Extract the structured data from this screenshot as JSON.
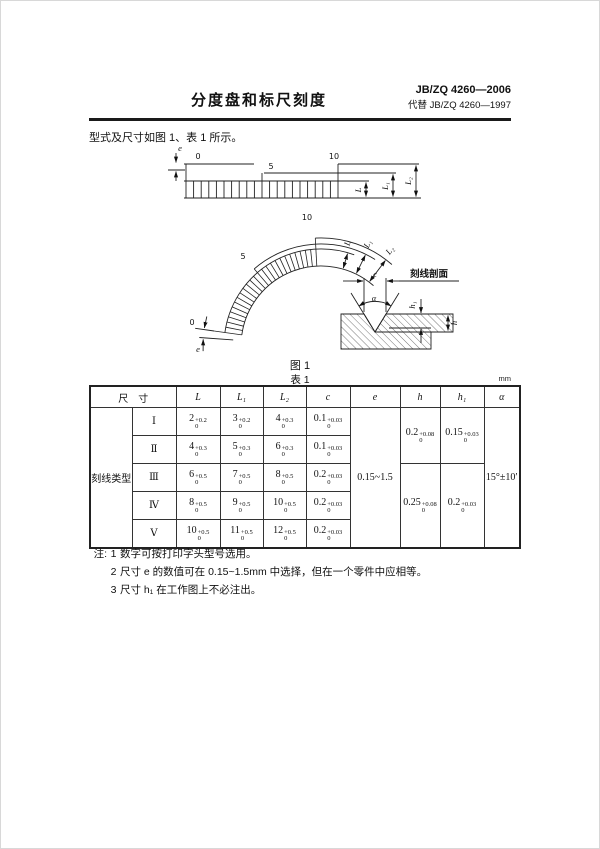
{
  "header": {
    "title": "分度盘和标尺刻度",
    "std_no": "JB/ZQ 4260—2006",
    "replaces": "代替 JB/ZQ 4260—1997"
  },
  "intro": "型式及尺寸如图 1、表 1 所示。",
  "figure": {
    "caption": "图 1",
    "linear": {
      "zero": "0",
      "five": "5",
      "ten": "10",
      "e": "e",
      "L": "L",
      "L1": "L₁",
      "L2": "L₂"
    },
    "arc": {
      "zero": "0",
      "five": "5",
      "ten": "10",
      "e": "e",
      "L": "L",
      "L1": "L₁",
      "L2": "L₂"
    },
    "section": {
      "title": "刻线剖面",
      "c": "c",
      "alpha": "α",
      "h": "h",
      "h1": "h₁"
    }
  },
  "table": {
    "caption": "表 1",
    "unit": "mm",
    "header": {
      "size": "尺　寸",
      "L": "L",
      "L1": "L₁",
      "L2": "L₂",
      "c": "c",
      "e": "e",
      "h": "h",
      "h1": "h₁",
      "alpha": "α"
    },
    "row_group_label": "刻线类型",
    "e_value": "0.15~1.5",
    "alpha_value": "15°±10′",
    "h_values": [
      {
        "v": "0.2",
        "sup": "+0.08",
        "sub": "0"
      },
      {
        "v": "0.25",
        "sup": "+0.08",
        "sub": "0"
      }
    ],
    "h1_values": [
      {
        "v": "0.15",
        "sup": "+0.03",
        "sub": "0"
      },
      {
        "v": "0.2",
        "sup": "+0.03",
        "sub": "0"
      }
    ],
    "rows": [
      {
        "type": "Ⅰ",
        "L": {
          "v": "2",
          "sup": "+0.2",
          "sub": "0"
        },
        "L1": {
          "v": "3",
          "sup": "+0.2",
          "sub": "0"
        },
        "L2": {
          "v": "4",
          "sup": "+0.3",
          "sub": "0"
        },
        "c": {
          "v": "0.1",
          "sup": "+0.03",
          "sub": "0"
        }
      },
      {
        "type": "Ⅱ",
        "L": {
          "v": "4",
          "sup": "+0.3",
          "sub": "0"
        },
        "L1": {
          "v": "5",
          "sup": "+0.3",
          "sub": "0"
        },
        "L2": {
          "v": "6",
          "sup": "+0.3",
          "sub": "0"
        },
        "c": {
          "v": "0.1",
          "sup": "+0.03",
          "sub": "0"
        }
      },
      {
        "type": "Ⅲ",
        "L": {
          "v": "6",
          "sup": "+0.5",
          "sub": "0"
        },
        "L1": {
          "v": "7",
          "sup": "+0.5",
          "sub": "0"
        },
        "L2": {
          "v": "8",
          "sup": "+0.5",
          "sub": "0"
        },
        "c": {
          "v": "0.2",
          "sup": "+0.03",
          "sub": "0"
        }
      },
      {
        "type": "Ⅳ",
        "L": {
          "v": "8",
          "sup": "+0.5",
          "sub": "0"
        },
        "L1": {
          "v": "9",
          "sup": "+0.5",
          "sub": "0"
        },
        "L2": {
          "v": "10",
          "sup": "+0.5",
          "sub": "0"
        },
        "c": {
          "v": "0.2",
          "sup": "+0.03",
          "sub": "0"
        }
      },
      {
        "type": "Ⅴ",
        "L": {
          "v": "10",
          "sup": "+0.5",
          "sub": "0"
        },
        "L1": {
          "v": "11",
          "sup": "+0.5",
          "sub": "0"
        },
        "L2": {
          "v": "12",
          "sup": "+0.5",
          "sub": "0"
        },
        "c": {
          "v": "0.2",
          "sup": "+0.03",
          "sub": "0"
        }
      }
    ]
  },
  "notes": [
    {
      "label": "注:",
      "num": "1",
      "text": "数字可按打印字头型号选用。"
    },
    {
      "label": "",
      "num": "2",
      "text": "尺寸 e 的数值可在 0.15~1.5mm 中选择，但在一个零件中应相等。"
    },
    {
      "label": "",
      "num": "3",
      "text": "尺寸 h₁ 在工作图上不必注出。"
    }
  ]
}
